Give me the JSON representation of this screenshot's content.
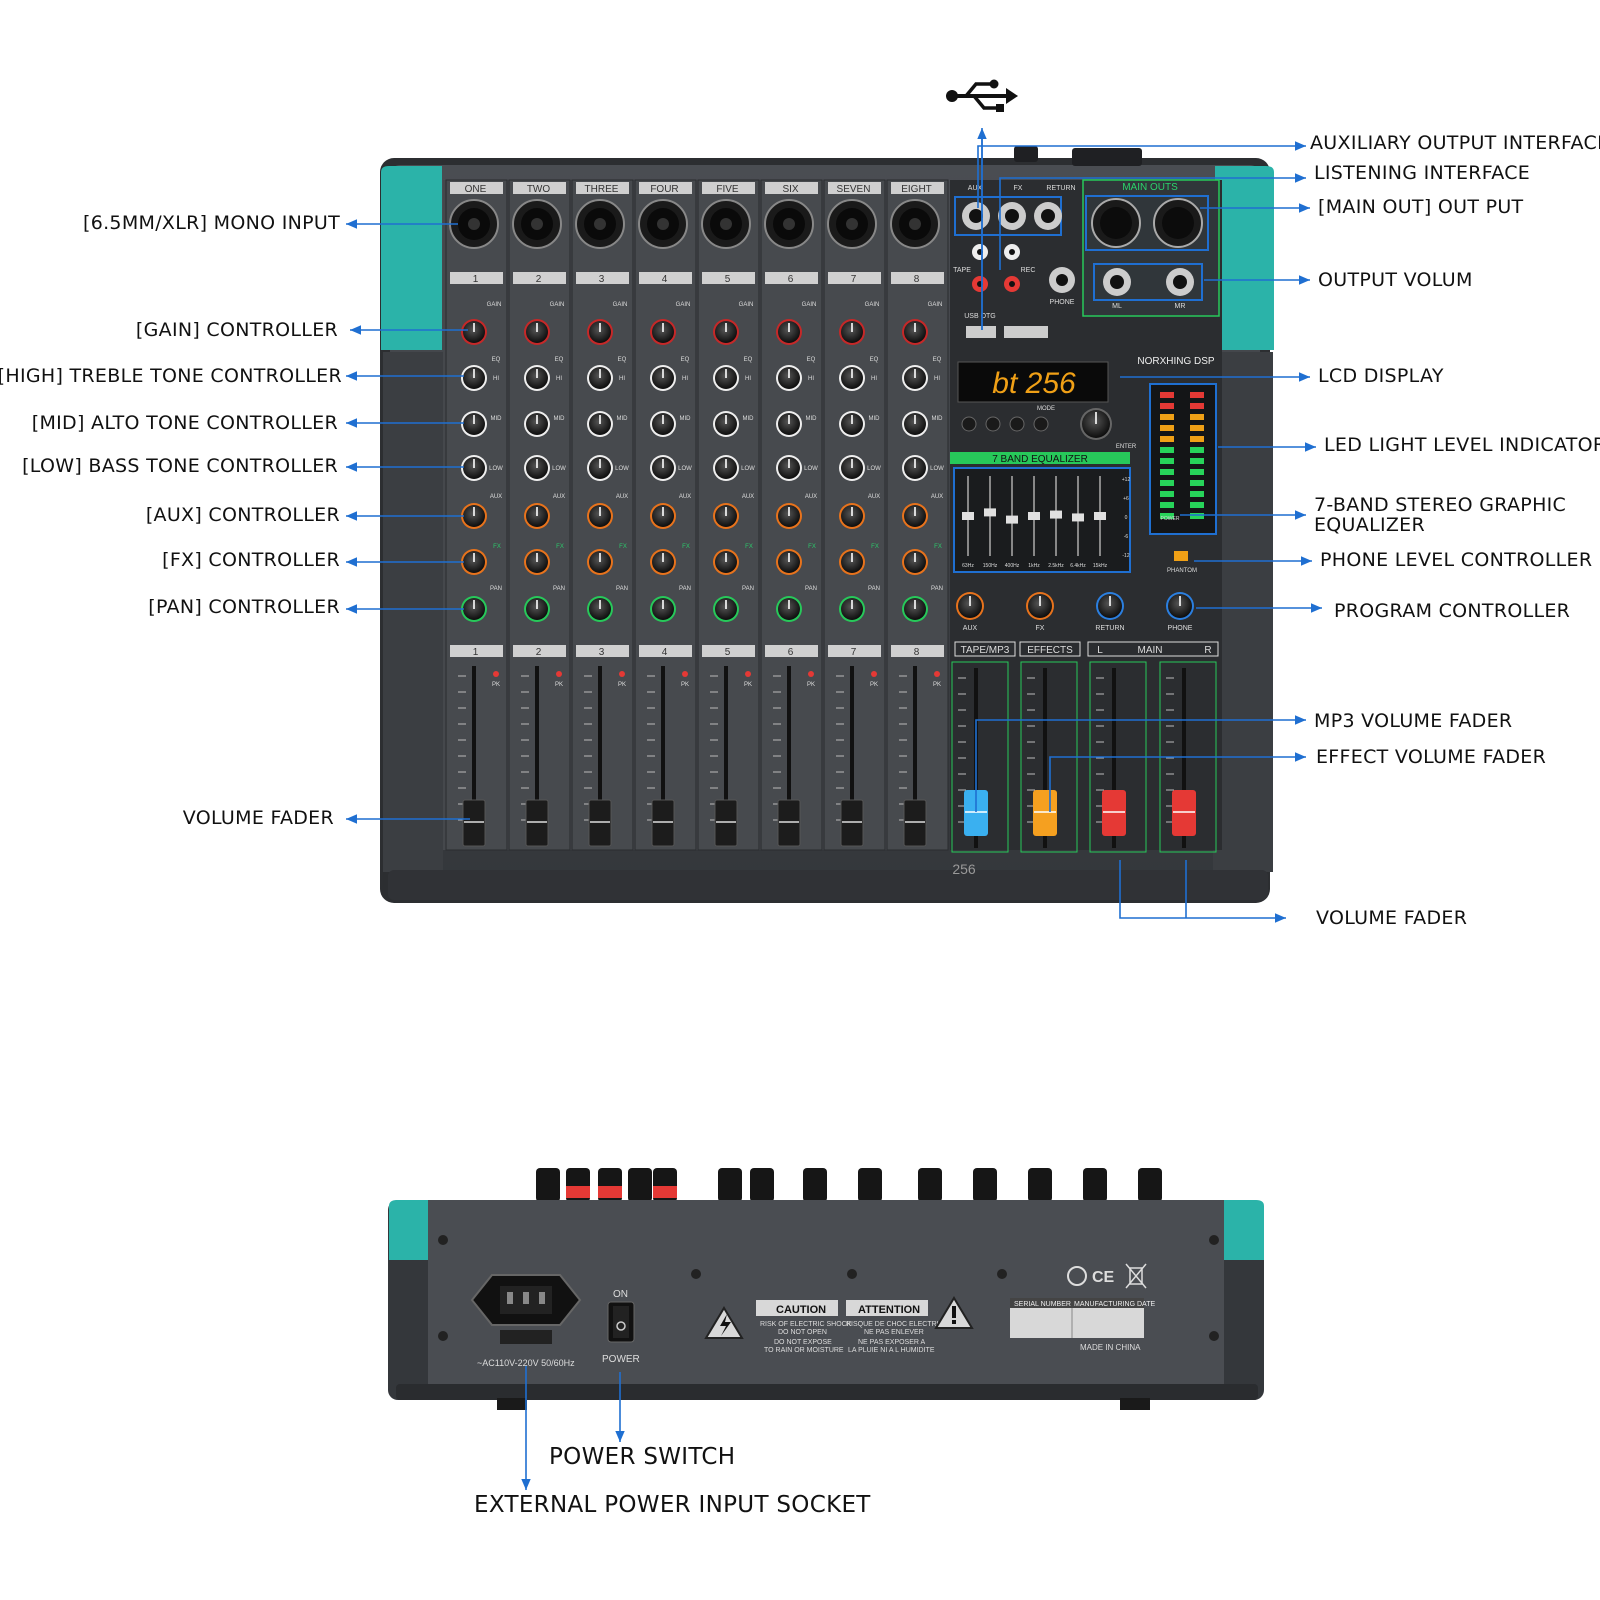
{
  "colors": {
    "leader": "#1f6fd1",
    "panel": "#3d4044",
    "teal": "#2bb3a9",
    "green": "#27d35a",
    "led": "#f0a016"
  },
  "icons": {
    "usb": "usb-icon",
    "warning": "warning-triangle-icon"
  },
  "left_labels": {
    "mono_input": "[6.5MM/XLR] MONO INPUT",
    "gain": "[GAIN] CONTROLLER",
    "high": "[HIGH] TREBLE TONE CONTROLLER",
    "mid": "[MID] ALTO TONE CONTROLLER",
    "low": "[LOW] BASS TONE CONTROLLER",
    "aux": "[AUX] CONTROLLER",
    "fx": "[FX] CONTROLLER",
    "pan": "[PAN] CONTROLLER",
    "volume_fader": "VOLUME FADER"
  },
  "right_labels": {
    "aux_out": "AUXILIARY OUTPUT INTERFACE",
    "listening": "LISTENING INTERFACE",
    "main_out": "[MAIN OUT] OUT PUT",
    "output_volum": "OUTPUT VOLUM",
    "lcd": "LCD DISPLAY",
    "led": "LED LIGHT LEVEL INDICATORS",
    "eq_line1": "7-BAND STEREO GRAPHIC",
    "eq_line2": "EQUALIZER",
    "phone_level": "PHONE LEVEL CONTROLLER",
    "program": "PROGRAM CONTROLLER",
    "mp3_fader": "MP3 VOLUME FADER",
    "effect_fader": "EFFECT VOLUME FADER",
    "volume_fader": "VOLUME FADER"
  },
  "bottom_labels": {
    "power_switch": "POWER SWITCH",
    "power_socket": "EXTERNAL POWER INPUT SOCKET"
  },
  "mixer": {
    "channel_names": [
      "ONE",
      "TWO",
      "THREE",
      "FOUR",
      "FIVE",
      "SIX",
      "SEVEN",
      "EIGHT"
    ],
    "channel_numbers": [
      "1",
      "2",
      "3",
      "4",
      "5",
      "6",
      "7",
      "8"
    ],
    "knob_labels": {
      "gain": "GAIN",
      "eq": "EQ",
      "hi": "HI",
      "mid": "MID",
      "low": "LOW",
      "aux": "AUX",
      "fx": "FX",
      "pan": "PAN",
      "pk": "PK"
    },
    "jack_labels": {
      "aux": "AUX",
      "fx": "FX",
      "return": "RETURN",
      "main_outs": "MAIN  OUTS",
      "tape": "TAPE",
      "rec": "REC",
      "phone": "PHONE",
      "ml": "ML",
      "mr": "MR",
      "usb_otg": "USB OTG"
    },
    "brand": "NORXHING DSP",
    "lcd_text": "bt  256",
    "mode": "MODE",
    "enter": "ENTER",
    "eq_title": "7 BAND EQUALIZER",
    "eq_freqs": [
      "63Hz",
      "150Hz",
      "400Hz",
      "1kHz",
      "2.5kHz",
      "6.4kHz",
      "15kHz"
    ],
    "eq_scale": [
      "+12",
      "+6",
      "0",
      "-6",
      "-12"
    ],
    "phantom": "PHANTOM",
    "power": "POWER",
    "master_knobs": [
      "AUX",
      "FX",
      "RETURN",
      "PHONE"
    ],
    "tape_mp3": "TAPE/MP3",
    "effects": "EFFECTS",
    "main": "MAIN",
    "l": "L",
    "r": "R",
    "fx_count": "256"
  },
  "rear": {
    "on": "ON",
    "power": "POWER",
    "voltage": "~AC110V-220V 50/60Hz",
    "caution_title": "CAUTION",
    "caution_body1": "RISK OF ELECTRIC SHOCK",
    "caution_body2": "DO NOT OPEN",
    "caution_body3": "DO NOT EXPOSE",
    "caution_body4": "TO RAIN OR MOISTURE",
    "attention_title": "ATTENTION",
    "attention_body1": "RISQUE DE CHOC ELECTRIQUE",
    "attention_body2": "NE PAS ENLEVER",
    "attention_body3": "NE PAS EXPOSER A",
    "attention_body4": "LA PLUIE NI A L HUMIDITE",
    "serial": "SERIAL NUMBER",
    "date": "MANUFACTURING DATE",
    "made_in": "MADE IN CHINA",
    "certs": "CE"
  }
}
